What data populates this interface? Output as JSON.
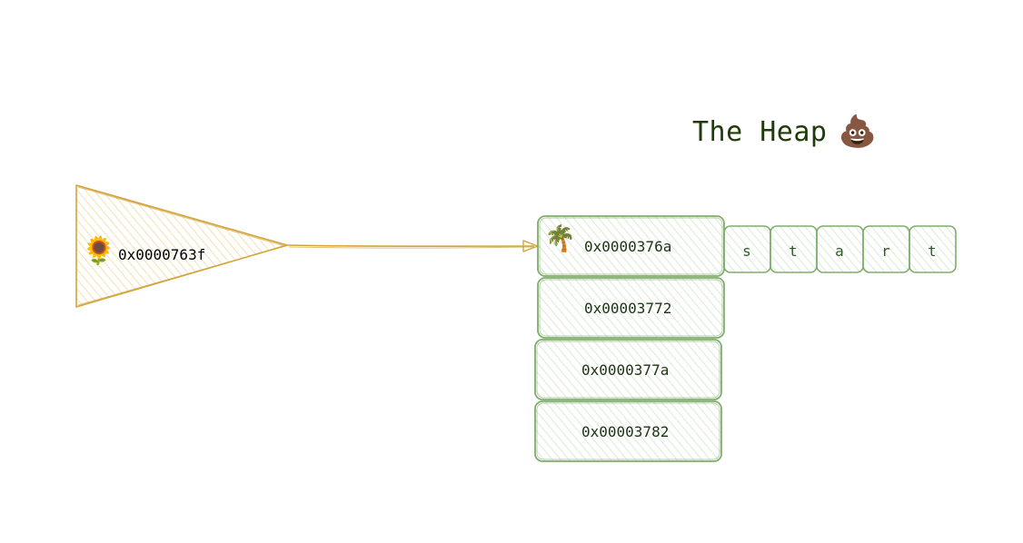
{
  "heap": {
    "title": "The Heap",
    "title_icon": "pile-of-poo-emoji"
  },
  "pointer": {
    "icon": "sunflower-emoji",
    "address": "0x0000763f"
  },
  "blocks": [
    {
      "address": "0x0000376a",
      "icon": "palm-tree-emoji"
    },
    {
      "address": "0x00003772"
    },
    {
      "address": "0x0000377a"
    },
    {
      "address": "0x00003782"
    }
  ],
  "string_chars": [
    "s",
    "t",
    "a",
    "r",
    "t"
  ],
  "colors": {
    "pointer_stroke": "#d4a43a",
    "pointer_hatch": "#efcf8a",
    "block_stroke": "#7fae6c",
    "block_hatch": "#c9dfbd",
    "arrow": "#d4a43a",
    "title": "#1f3b08"
  }
}
